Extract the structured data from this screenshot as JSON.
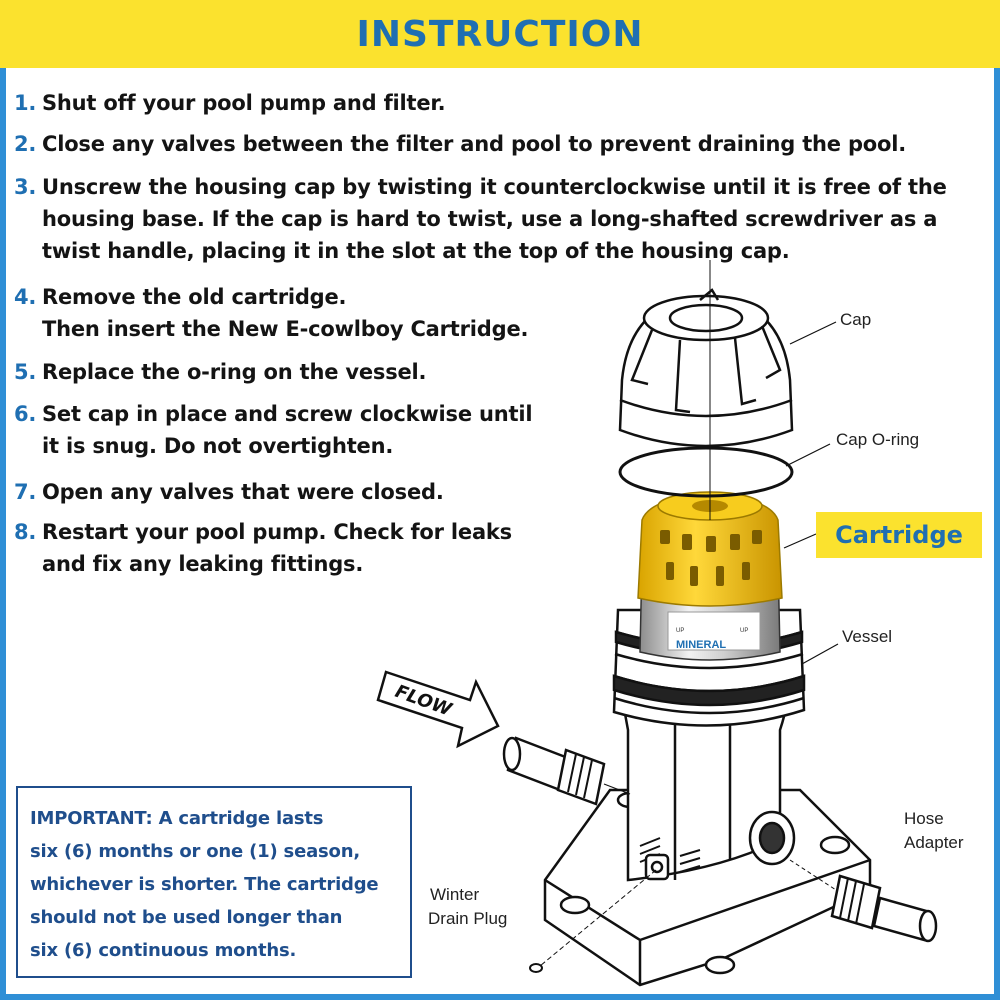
{
  "header": {
    "title": "INSTRUCTION"
  },
  "steps": [
    {
      "num": "1.",
      "text": "Shut off your pool pump and filter."
    },
    {
      "num": "2.",
      "text": "Close any valves between the filter and pool to prevent draining the pool."
    },
    {
      "num": "3.",
      "lines": [
        "Unscrew the housing cap by twisting it counterclockwise until it is free of the",
        "housing base. If the cap is hard to twist, use a long-shafted screwdriver as a",
        "twist handle, placing it in the slot at the top of the housing cap."
      ]
    },
    {
      "num": "4.",
      "lines": [
        "Remove the old cartridge.",
        "Then insert the New E-cowlboy Cartridge."
      ]
    },
    {
      "num": "5.",
      "text": "Replace the o-ring on the vessel."
    },
    {
      "num": "6.",
      "lines": [
        "Set cap in place and screw clockwise until",
        "it is snug. Do not overtighten."
      ]
    },
    {
      "num": "7.",
      "text": "Open any valves that were closed."
    },
    {
      "num": "8.",
      "lines": [
        "Restart your pool pump. Check for leaks",
        "and fix any leaking fittings."
      ]
    }
  ],
  "important": {
    "lines": [
      "IMPORTANT: A cartridge lasts",
      "six (6) months or one (1) season,",
      "whichever is shorter. The cartridge",
      "should not be used longer than",
      "six (6) continuous months."
    ]
  },
  "diagram": {
    "cap": "Cap",
    "cap_oring": "Cap O-ring",
    "cartridge": "Cartridge",
    "vessel": "Vessel",
    "hose_adapter_1": "Hose",
    "hose_adapter_2": "Adapter",
    "drain_plug_1": "Winter",
    "drain_plug_2": "Drain Plug",
    "flow": "FLOW",
    "mineral": "MINERAL",
    "up": "UP"
  },
  "colors": {
    "header_bg": "#fbe22e",
    "accent_blue": "#1f6fb2",
    "border_blue": "#2f8fd6",
    "cartridge_yellow": "#f2c315"
  }
}
